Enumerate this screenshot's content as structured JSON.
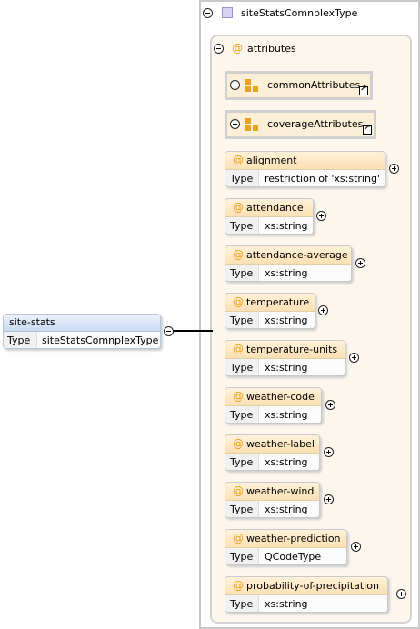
{
  "element": {
    "name": "site-stats",
    "type_key": "Type",
    "type_value": "siteStatsComnplexType"
  },
  "complex_type": {
    "name": "siteStatsComnplexType"
  },
  "attributes_group": {
    "label": "attributes",
    "at_symbol": "@"
  },
  "attribute_groups": [
    {
      "name": "commonAttributes"
    },
    {
      "name": "coverageAttributes"
    }
  ],
  "attributes": [
    {
      "name": "alignment",
      "type_key": "Type",
      "type_value": "restriction of 'xs:string'"
    },
    {
      "name": "attendance",
      "type_key": "Type",
      "type_value": "xs:string"
    },
    {
      "name": "attendance-average",
      "type_key": "Type",
      "type_value": "xs:string"
    },
    {
      "name": "temperature",
      "type_key": "Type",
      "type_value": "xs:string"
    },
    {
      "name": "temperature-units",
      "type_key": "Type",
      "type_value": "xs:string"
    },
    {
      "name": "weather-code",
      "type_key": "Type",
      "type_value": "xs:string"
    },
    {
      "name": "weather-label",
      "type_key": "Type",
      "type_value": "xs:string"
    },
    {
      "name": "weather-wind",
      "type_key": "Type",
      "type_value": "xs:string"
    },
    {
      "name": "weather-prediction",
      "type_key": "Type",
      "type_value": "QCodeType"
    },
    {
      "name": "probability-of-precipitation",
      "type_key": "Type",
      "type_value": "xs:string"
    }
  ],
  "icons": {
    "collapse": "minus-circle-icon",
    "expand": "plus-circle-icon",
    "complex_type": "complex-type-icon",
    "attribute_group": "attribute-group-icon",
    "link": "link-arrow-icon"
  }
}
